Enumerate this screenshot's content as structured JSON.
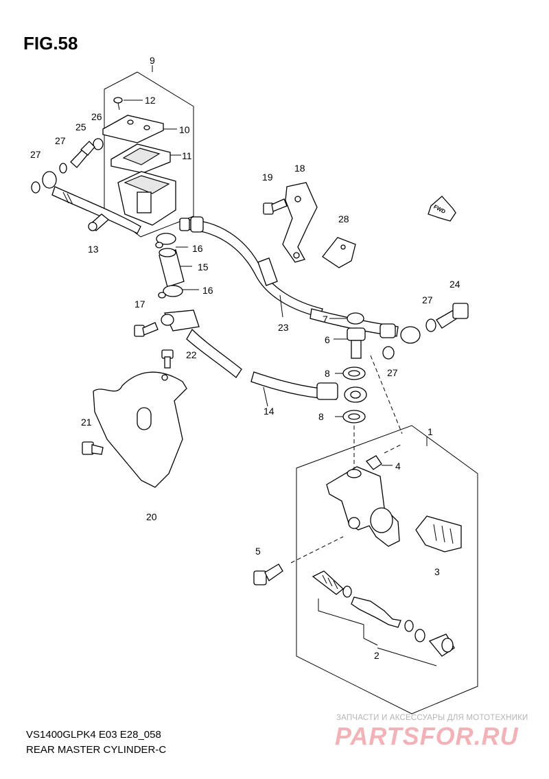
{
  "figure": {
    "title": "FIG.58",
    "model_code": "VS1400GLPK4 E03 E28_058",
    "subtitle": "REAR MASTER CYLINDER-C"
  },
  "direction_badge": "FWD",
  "callouts": {
    "c1": "1",
    "c2": "2",
    "c3": "3",
    "c4": "4",
    "c5": "5",
    "c6": "6",
    "c7": "7",
    "c8a": "8",
    "c8b": "8",
    "c9": "9",
    "c10": "10",
    "c11": "11",
    "c12": "12",
    "c13": "13",
    "c14": "14",
    "c15": "15",
    "c16a": "16",
    "c16b": "16",
    "c17": "17",
    "c18": "18",
    "c19": "19",
    "c20": "20",
    "c21": "21",
    "c22": "22",
    "c23": "23",
    "c24": "24",
    "c25": "25",
    "c26": "26",
    "c27a": "27",
    "c27b": "27",
    "c27c": "27",
    "c27d": "27",
    "c28": "28"
  },
  "watermark": {
    "caption": "ЗАПЧАСТИ И АКСЕССУАРЫ ДЛЯ МОТОТЕХНИКИ",
    "brand": "PARTSFOR.RU"
  }
}
